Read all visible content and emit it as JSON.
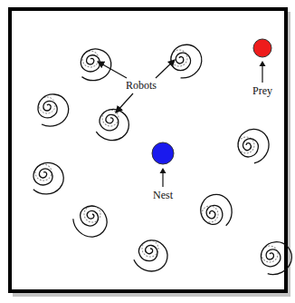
{
  "diagram": {
    "nodes": [
      {
        "text": [
          "Prey"
        ]
      },
      {
        "text": [
          "Nest"
        ]
      }
    ],
    "labels": [
      "Robots"
    ]
  }
}
